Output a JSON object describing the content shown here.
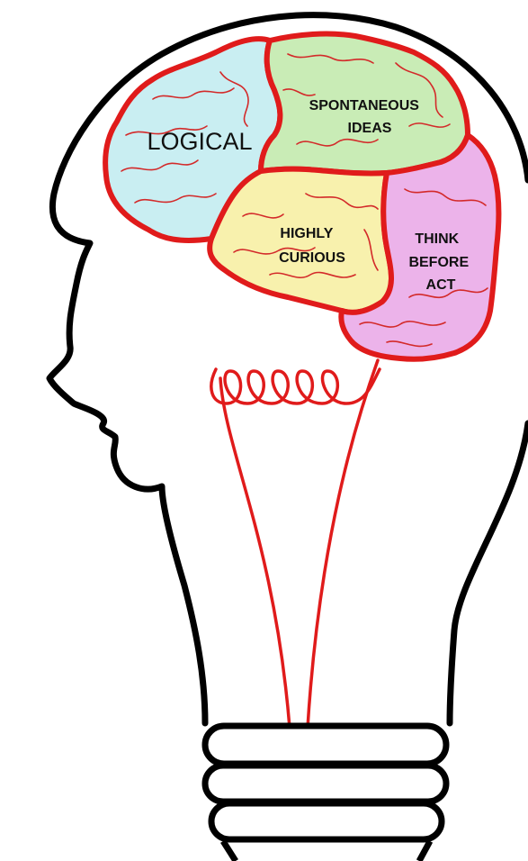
{
  "regions": [
    {
      "id": "logical",
      "lines": [
        "LOGICAL"
      ],
      "fill": "#c9eef2"
    },
    {
      "id": "spontaneous",
      "lines": [
        "SPONTANEOUS",
        "IDEAS"
      ],
      "fill": "#c9ecb6"
    },
    {
      "id": "curious",
      "lines": [
        "HIGHLY",
        "CURIOUS"
      ],
      "fill": "#f8f1ad"
    },
    {
      "id": "think",
      "lines": [
        "THINK",
        "BEFORE",
        "ACT"
      ],
      "fill": "#ecb3ea"
    }
  ],
  "colors": {
    "outline": "#000000",
    "brain_outline": "#e01b1b",
    "filament": "#e01b1b",
    "background": "#ffffff"
  }
}
